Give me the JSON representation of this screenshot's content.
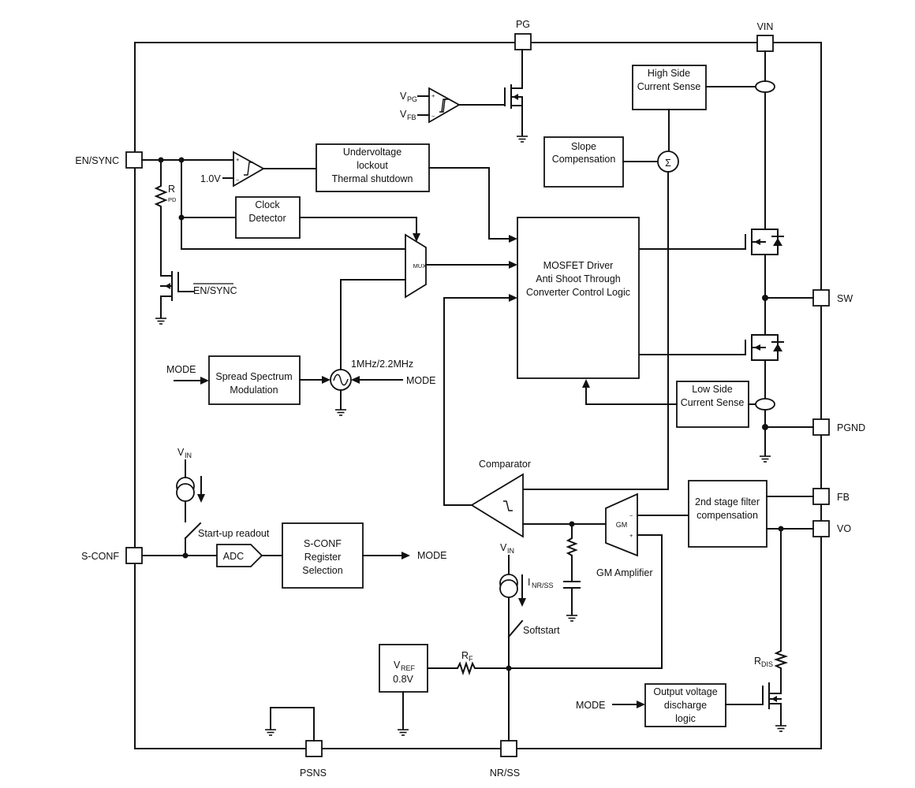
{
  "pins": {
    "pg": "PG",
    "vin": "VIN",
    "en_sync": "EN/SYNC",
    "sw": "SW",
    "pgnd": "PGND",
    "fb": "FB",
    "vo": "VO",
    "s_conf": "S-CONF",
    "psns": "PSNS",
    "nr_ss": "NR/SS"
  },
  "blocks": {
    "hs_sense": [
      "High Side",
      "Current Sense"
    ],
    "slope_comp": [
      "Slope",
      "Compensation"
    ],
    "uvlo": [
      "Undervoltage",
      "lockout",
      "Thermal shutdown"
    ],
    "clock_det": [
      "Clock",
      "Detector"
    ],
    "mosfet_driver": [
      "MOSFET Driver",
      "Anti Shoot Through",
      "Converter Control Logic"
    ],
    "ssm": [
      "Spread Spectrum",
      "Modulation"
    ],
    "ls_sense": [
      "Low Side",
      "Current Sense"
    ],
    "filter2": [
      "2nd stage filter",
      "compensation"
    ],
    "sconf_reg": [
      "S-CONF",
      "Register",
      "Selection"
    ],
    "vref": {
      "main": "V",
      "sub": "REF",
      "value": "0.8V"
    },
    "discharge": [
      "Output voltage",
      "discharge",
      "logic"
    ],
    "mux": "MUX",
    "adc": "ADC",
    "gm": "GM"
  },
  "labels": {
    "v": "V",
    "vpg_sub": "PG",
    "vfb_sub": "FB",
    "in_sub": "IN",
    "threshold": "1.0V",
    "r": "R",
    "rpd_sub": "PD",
    "rf_sub": "F",
    "rdis_sub": "DIS",
    "en_sync_bar": "EN/SYNC",
    "mode": "MODE",
    "freq": "1MHz/2.2MHz",
    "comparator": "Comparator",
    "gm_amp": "GM Amplifier",
    "startup": "Start-up readout",
    "i": "I",
    "inrss_sub": "NR/SS",
    "softstart": "Softstart",
    "sigma": "Σ",
    "minus": "−",
    "plus": "+"
  }
}
